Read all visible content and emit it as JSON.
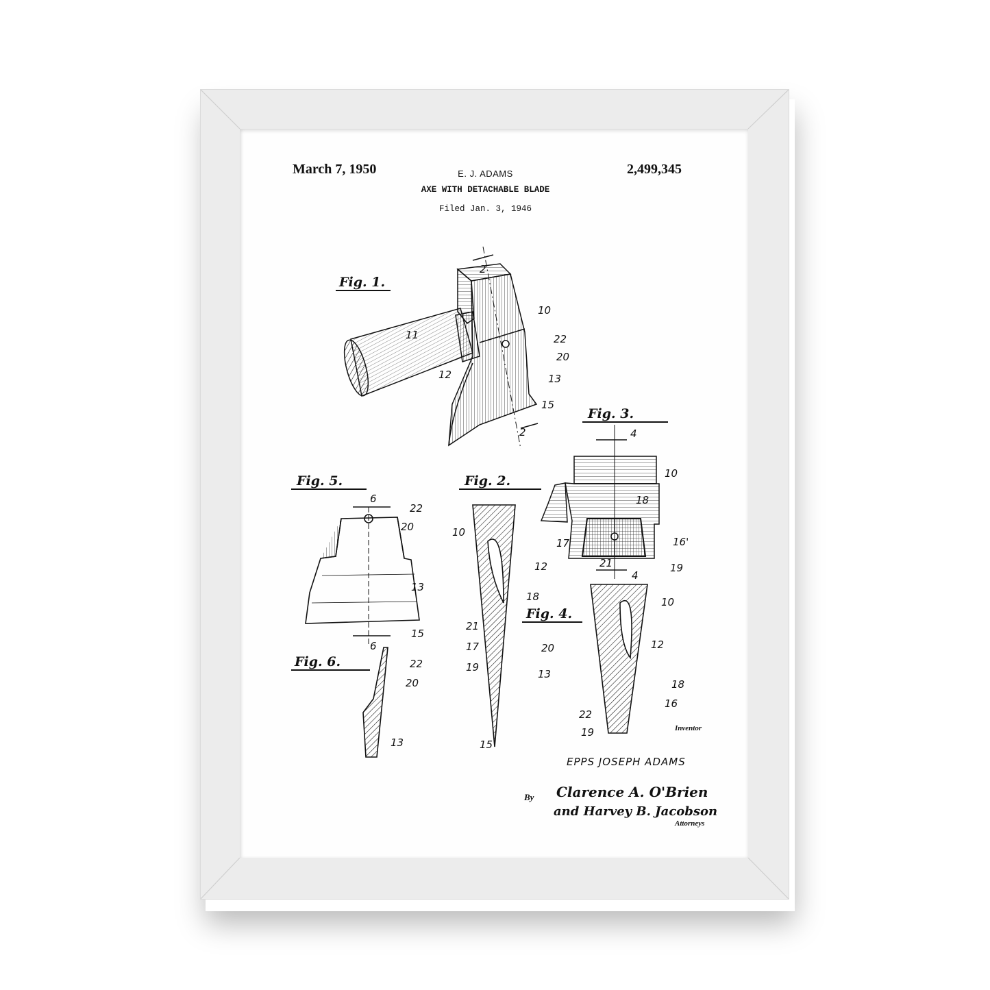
{
  "patent": {
    "date": "March 7, 1950",
    "inventor_header": "E. J. ADAMS",
    "title": "AXE WITH DETACHABLE BLADE",
    "filed": "Filed Jan. 3, 1946",
    "number": "2,499,345"
  },
  "figures": {
    "fig1": {
      "label": "Fig. 1.",
      "refs": [
        "11",
        "10",
        "22",
        "20",
        "13",
        "12",
        "15",
        "2",
        "2"
      ]
    },
    "fig2": {
      "label": "Fig. 2.",
      "refs": [
        "10",
        "12",
        "18",
        "21",
        "17",
        "20",
        "19",
        "13",
        "15"
      ]
    },
    "fig3": {
      "label": "Fig. 3.",
      "refs": [
        "4",
        "10",
        "18",
        "16'",
        "17",
        "21",
        "4",
        "19"
      ]
    },
    "fig4": {
      "label": "Fig. 4.",
      "refs": [
        "10",
        "12",
        "18",
        "16",
        "22",
        "19"
      ]
    },
    "fig5": {
      "label": "Fig. 5.",
      "refs": [
        "6",
        "22",
        "20",
        "13",
        "15",
        "6"
      ]
    },
    "fig6": {
      "label": "Fig. 6.",
      "refs": [
        "22",
        "20",
        "13"
      ]
    }
  },
  "signature_block": {
    "inventor_label": "Inventor",
    "inventor_name": "EPPS JOSEPH ADAMS",
    "by": "By",
    "attorney_line1": "Clarence A. O'Brien",
    "attorney_line2": "and Harvey B. Jacobson",
    "attorneys_label": "Attorneys"
  },
  "colors": {
    "frame": "#ececec",
    "paper": "#fefefe",
    "ink": "#111111"
  }
}
